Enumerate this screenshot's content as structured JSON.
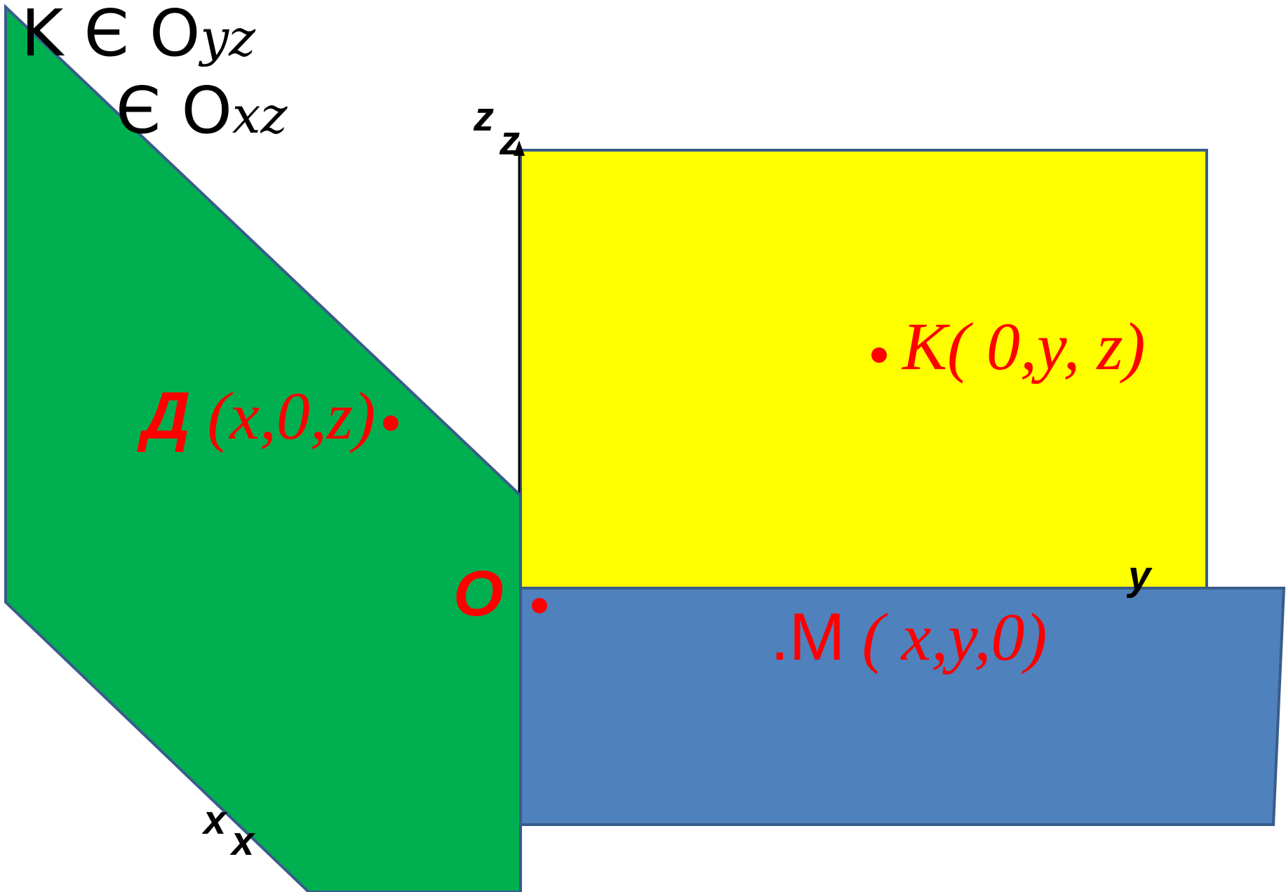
{
  "statements": [
    {
      "text": "K Є O",
      "sub": "yz"
    },
    {
      "text": "Є O",
      "sub": "xz"
    }
  ],
  "axes": {
    "z_label": "z",
    "z_label_2": "z",
    "y_label": "y",
    "x_label": "x",
    "x_label_2": "x"
  },
  "origin_label": "O",
  "points": {
    "D": {
      "letter": "Д",
      "coords": "(x,0,z)"
    },
    "K": {
      "letter": "K",
      "coords": "( 0,y, z)"
    },
    "M": {
      "letter": ".M",
      "coords": "( x,y,0)"
    }
  },
  "colors": {
    "plane_xz": "#00b050",
    "plane_yz": "#ffff00",
    "plane_xy": "#4f81bd",
    "outline": "#385d8a",
    "point_red": "#ff0000"
  }
}
